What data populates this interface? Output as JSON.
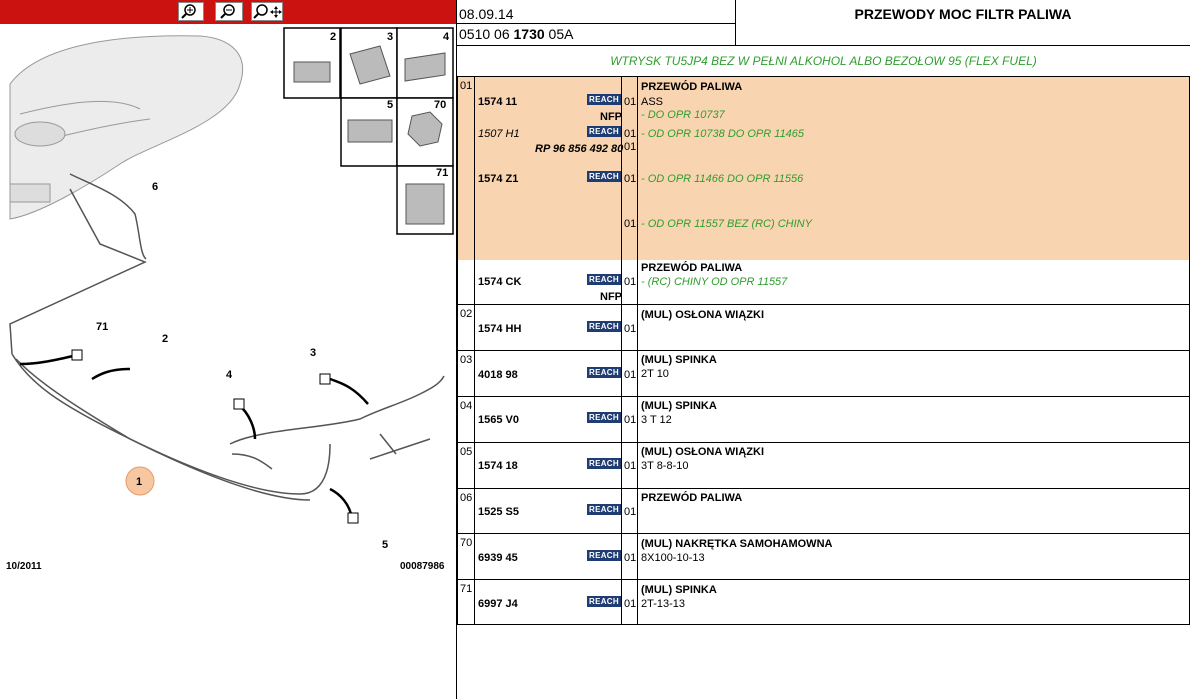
{
  "toolbar": {
    "buttons": [
      {
        "name": "zoom-in-icon"
      },
      {
        "name": "zoom-out-icon"
      },
      {
        "name": "zoom-move-icon"
      }
    ]
  },
  "diagram": {
    "date": "10/2011",
    "code": "00087986",
    "callouts": [
      "2",
      "3",
      "4",
      "5",
      "70",
      "71",
      "6",
      "71",
      "2",
      "3",
      "4",
      "1",
      "5"
    ]
  },
  "header": {
    "date": "08.09.14",
    "code_prefix": "0510 06 ",
    "code_bold": "1730",
    "code_suffix": " 05A",
    "title": "PRZEWODY MOC FILTR PALIWA"
  },
  "subtitle": "WTRYSK TU5JP4 BEZ W PEŁNI ALKOHOL ALBO BEZOŁOW 95 (FLEX FUEL)",
  "reach_label": "REACH",
  "rows": [
    {
      "idx": "01",
      "ref": "1574 11",
      "reach": true,
      "qty": "01",
      "title": "PRZEWÓD PALIWA",
      "line": "ASS"
    },
    {
      "nfp": "NFP",
      "line_green": "- DO OPR 10737"
    },
    {
      "ref": "1507 H1",
      "reach": true,
      "qty": "01",
      "line_green": "- OD OPR 10738 DO OPR 11465"
    },
    {
      "rp": "RP 96 856 492 80",
      "qty": "01"
    },
    {
      "ref": "1574 Z1",
      "reach": true,
      "qty": "01",
      "line_green": "- OD OPR 11466 DO OPR 11556"
    },
    {
      "qty": "01",
      "line_green": "- OD OPR 11557 BEZ (RC) CHINY"
    },
    {
      "ref": "1574 CK",
      "reach": true,
      "qty": "01",
      "title": "PRZEWÓD PALIWA",
      "line_green": "- (RC) CHINY OD OPR 11557",
      "nfp": "NFP"
    },
    {
      "idx": "02",
      "ref": "1574 HH",
      "reach": true,
      "qty": "01",
      "title": "(MUL) OSŁONA WIĄZKI"
    },
    {
      "idx": "03",
      "ref": "4018 98",
      "reach": true,
      "qty": "01",
      "title": "(MUL) SPINKA",
      "line": "2T 10"
    },
    {
      "idx": "04",
      "ref": "1565 V0",
      "reach": true,
      "qty": "01",
      "title": "(MUL) SPINKA",
      "line": "3 T 12"
    },
    {
      "idx": "05",
      "ref": "1574 18",
      "reach": true,
      "qty": "01",
      "title": "(MUL) OSŁONA WIĄZKI",
      "line": "3T 8-8-10"
    },
    {
      "idx": "06",
      "ref": "1525 S5",
      "reach": true,
      "qty": "01",
      "title": "PRZEWÓD PALIWA"
    },
    {
      "idx": "70",
      "ref": "6939 45",
      "reach": true,
      "qty": "01",
      "title": "(MUL) NAKRĘTKA SAMOHAMOWNA",
      "line": "8X100-10-13"
    },
    {
      "idx": "71",
      "ref": "6997 J4",
      "reach": true,
      "qty": "01",
      "title": "(MUL) SPINKA",
      "line": "2T-13-13"
    }
  ],
  "colors": {
    "toolbar": "#cc1111",
    "highlight": "#f9d4b0",
    "green_text": "#2e9e2e",
    "reach_badge": "#1f3d73",
    "callout": "#f6c7a0"
  }
}
